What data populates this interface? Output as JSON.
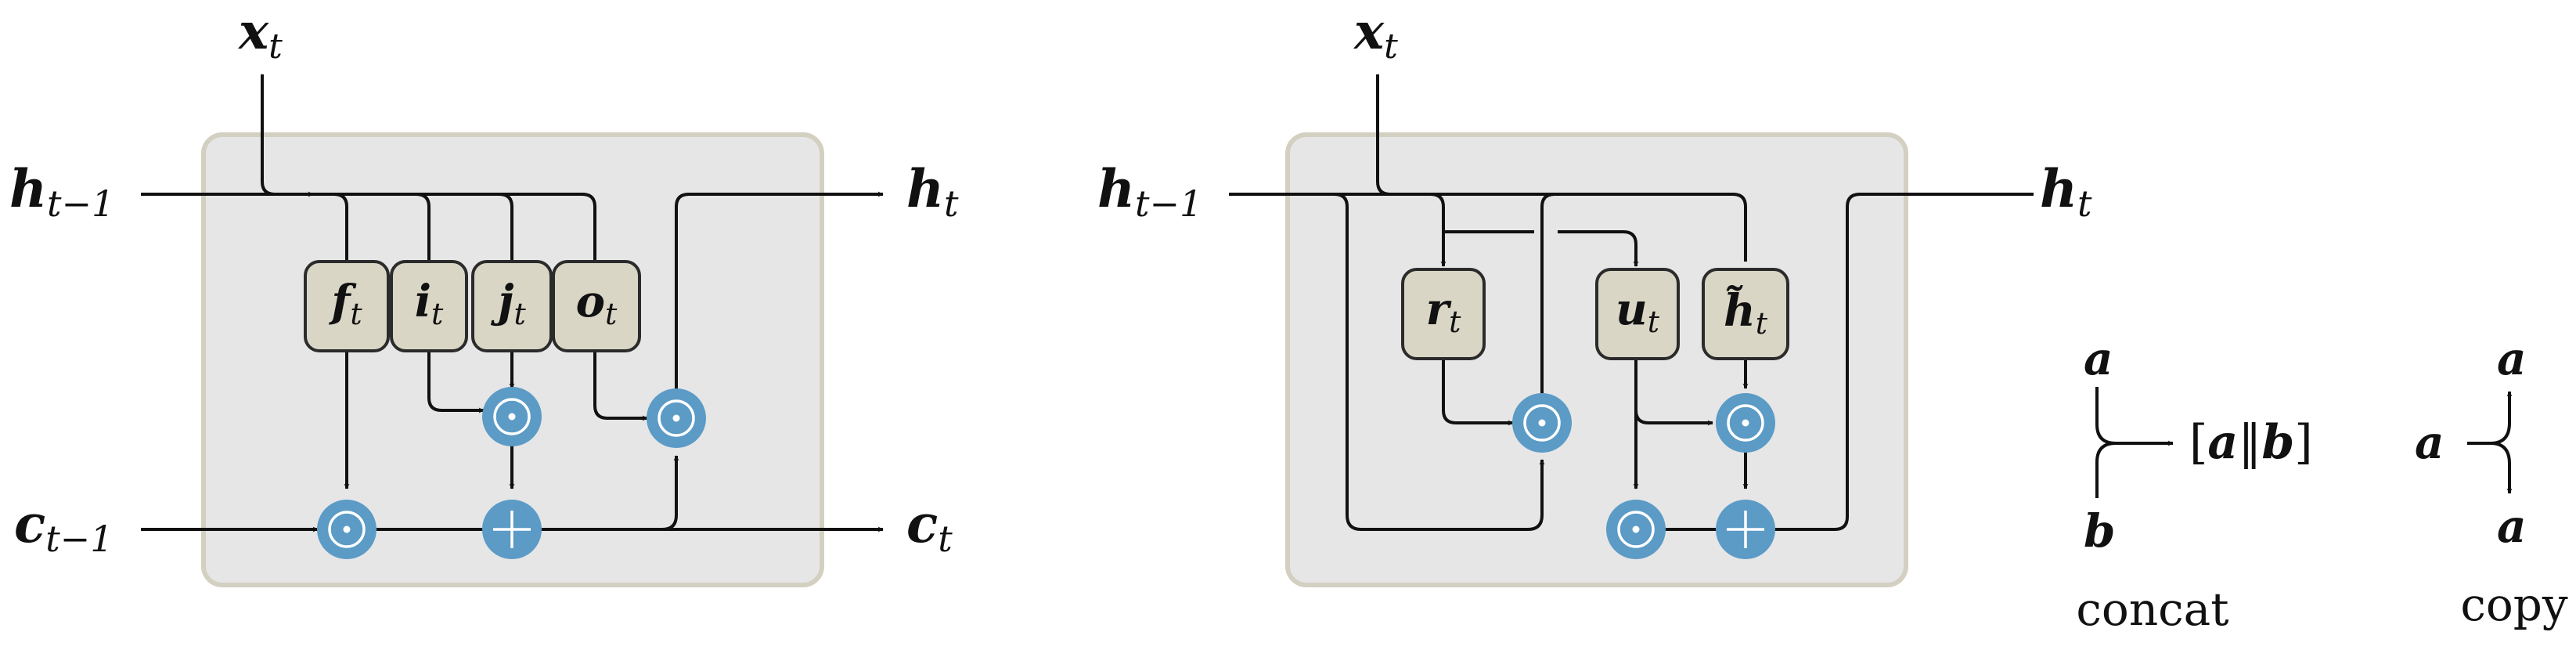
{
  "lstm": {
    "inputs": {
      "x": {
        "base": "x",
        "sub": "t"
      },
      "h_prev": {
        "base": "h",
        "sub": "t−1"
      },
      "c_prev": {
        "base": "c",
        "sub": "t−1"
      }
    },
    "outputs": {
      "h": {
        "base": "h",
        "sub": "t"
      },
      "c": {
        "base": "c",
        "sub": "t"
      }
    },
    "gates": [
      {
        "base": "f",
        "sub": "t"
      },
      {
        "base": "i",
        "sub": "t"
      },
      {
        "base": "j",
        "sub": "t"
      },
      {
        "base": "o",
        "sub": "t"
      }
    ]
  },
  "gru": {
    "inputs": {
      "x": {
        "base": "x",
        "sub": "t"
      },
      "h_prev": {
        "base": "h",
        "sub": "t−1"
      }
    },
    "outputs": {
      "h": {
        "base": "h",
        "sub": "t"
      }
    },
    "gates": [
      {
        "base": "r",
        "sub": "t"
      },
      {
        "base": "u",
        "sub": "t"
      },
      {
        "base": "h̃",
        "sub": "t"
      }
    ]
  },
  "legend": {
    "concat": {
      "a": "a",
      "b": "b",
      "result_open": "[",
      "result_a": "a",
      "result_sep": "‖",
      "result_b": "b",
      "result_close": "]",
      "caption": "concat"
    },
    "copy": {
      "in": "a",
      "out_top": "a",
      "out_bottom": "a",
      "caption": "copy"
    }
  },
  "colors": {
    "box_fill": "#e6e6e6",
    "box_border": "#d3d0c2",
    "gate_fill": "#d9d6c6",
    "op_fill": "#5b9bc6"
  }
}
